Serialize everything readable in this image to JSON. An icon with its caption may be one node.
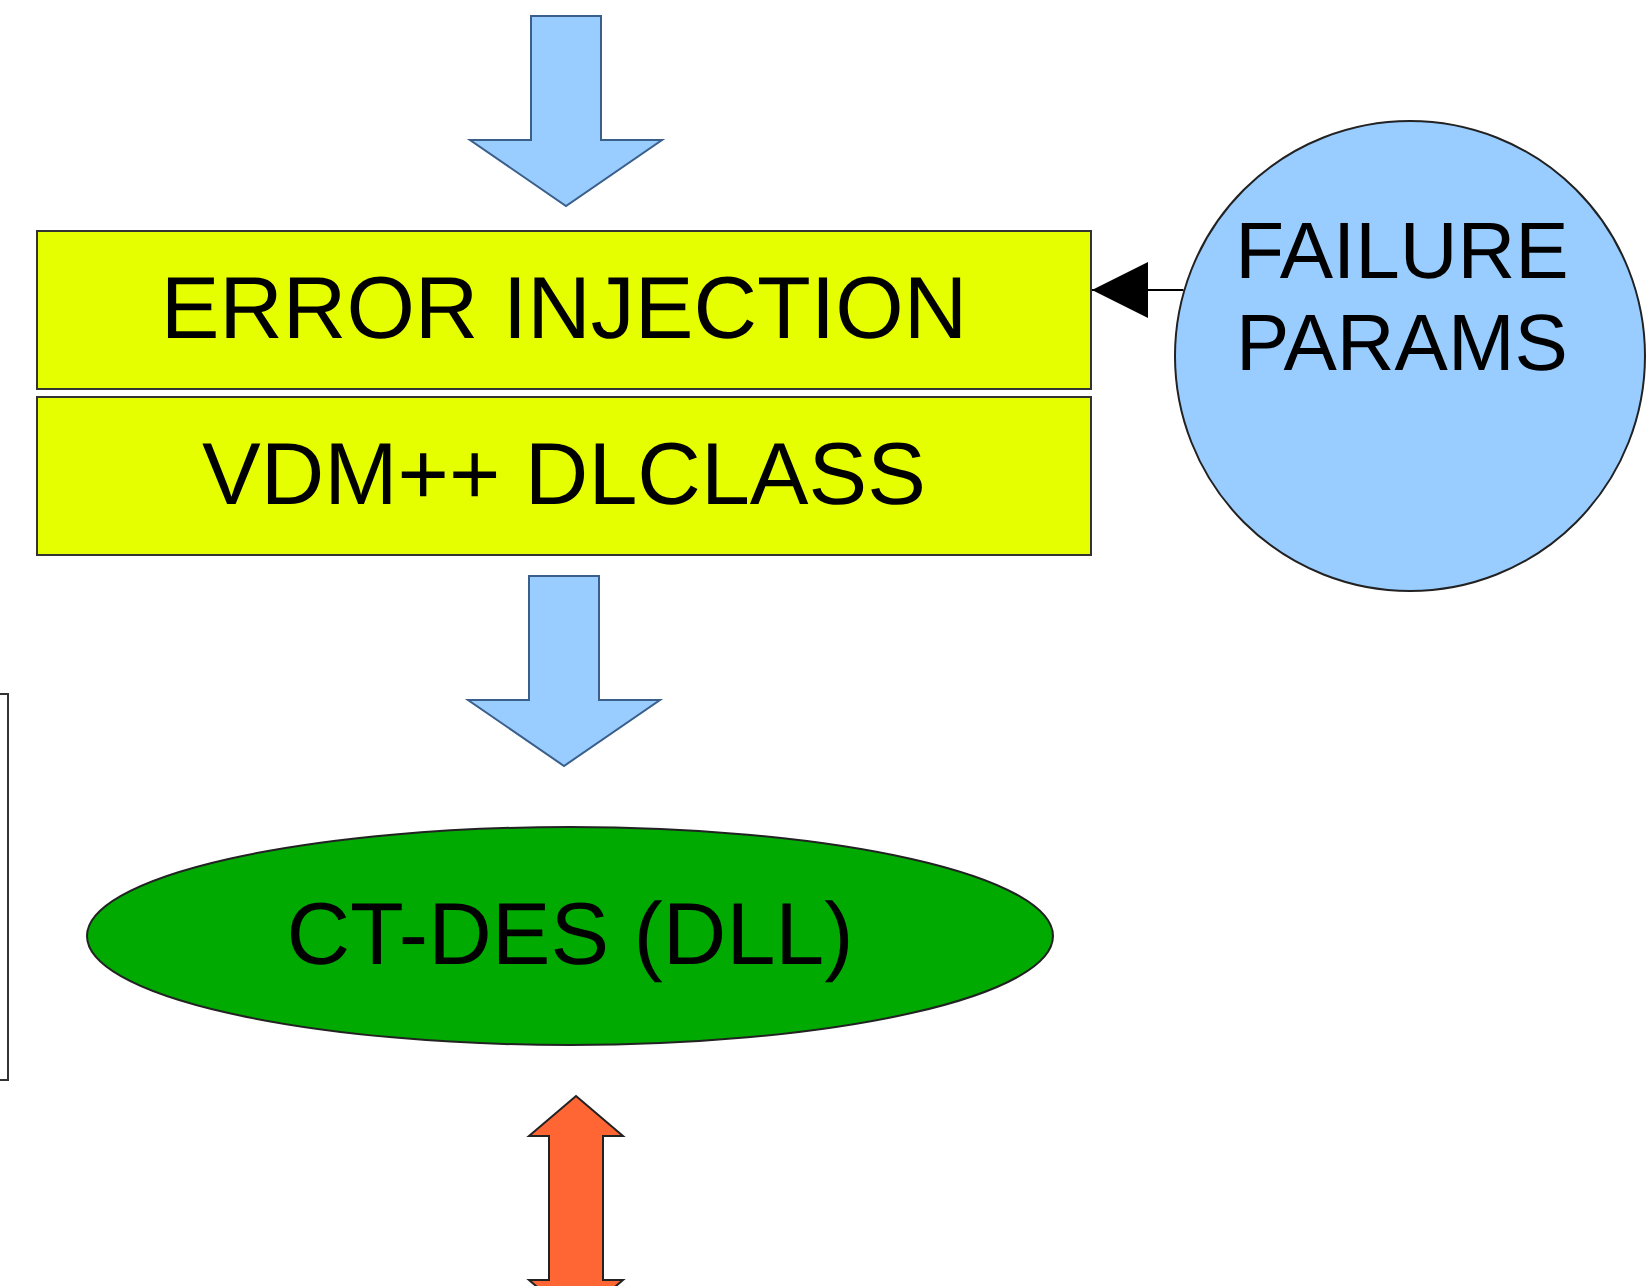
{
  "diagram": {
    "nodes": [
      {
        "text": [
          "ERROR INJECTION"
        ]
      },
      {
        "text": [
          "VDM++ DLCLASS"
        ]
      },
      {
        "text": [
          "CT-DES (DLL)"
        ]
      },
      {
        "text": [
          "FAILURE PARAMS"
        ]
      }
    ],
    "edges": [
      {
        "from": null,
        "to": 0,
        "arrow": "to",
        "style": "thick",
        "color": "#99ccff"
      },
      {
        "from": 1,
        "to": 2,
        "arrow": "to",
        "style": "thick",
        "color": "#99ccff"
      },
      {
        "from": 3,
        "to": 0,
        "arrow": "to"
      },
      {
        "from": 2,
        "to": null,
        "arrow": "both",
        "style": "thick",
        "color": "#ff6633"
      }
    ]
  }
}
